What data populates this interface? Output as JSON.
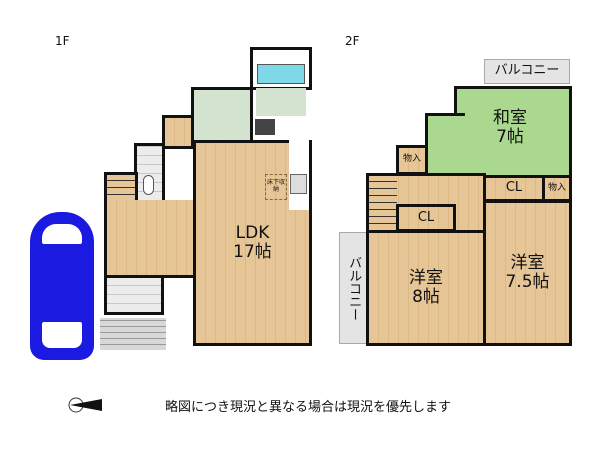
{
  "floor1": {
    "label": "1F",
    "ldk_name": "LDK",
    "ldk_size": "17帖",
    "underfloor_storage": "床下収納"
  },
  "floor2": {
    "label": "2F",
    "balcony_top": "バルコニー",
    "balcony_left": "バルコニー",
    "washitsu_name": "和室",
    "washitsu_size": "7帖",
    "storage_left": "物入",
    "storage_right": "物入",
    "closet_left": "CL",
    "closet_right": "CL",
    "youshitsu1_name": "洋室",
    "youshitsu1_size": "8帖",
    "youshitsu2_name": "洋室",
    "youshitsu2_size": "7.5帖"
  },
  "footer": {
    "note": "略図につき現況と異なる場合は現況を優先します"
  },
  "colors": {
    "wood": "#e2c08d",
    "tatami": "#a9d88e",
    "bath": "#7fd8e8",
    "car": "#1a1ae0"
  }
}
